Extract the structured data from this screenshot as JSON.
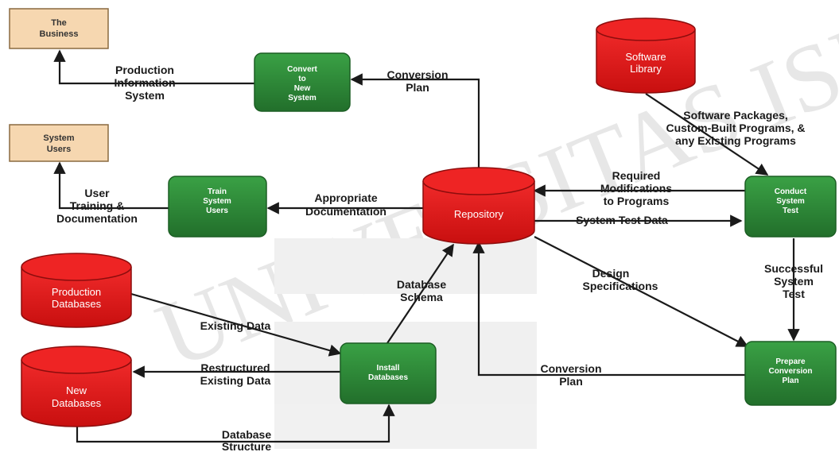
{
  "colors": {
    "process": "#2f8f3a",
    "process_edge": "#1c5e24",
    "store": "#e21c1c",
    "store_edge": "#8c0d0d",
    "external": "#f6d7b0",
    "external_edge": "#8a6a40",
    "watermark": "#cfcfcf"
  },
  "nodes": {
    "the_business": [
      "The",
      "Business"
    ],
    "system_users": [
      "System",
      "Users"
    ],
    "convert": [
      "Convert",
      "to",
      "New",
      "System"
    ],
    "train": [
      "Train",
      "System",
      "Users"
    ],
    "install": [
      "Install",
      "Databases"
    ],
    "test": [
      "Conduct",
      "System",
      "Test"
    ],
    "prepare": [
      "Prepare",
      "Conversion",
      "Plan"
    ],
    "repository": [
      "Repository"
    ],
    "software_library": [
      "Software",
      "Library"
    ],
    "production_db": [
      "Production",
      "Databases"
    ],
    "new_db": [
      "New",
      "Databases"
    ]
  },
  "labels": {
    "production_info": [
      "Production",
      "Information",
      "System"
    ],
    "conversion_plan_top": [
      "Conversion",
      "Plan"
    ],
    "software_packages": [
      "Software Packages,",
      "Custom-Built Programs, &",
      "any Existing Programs"
    ],
    "user_training": [
      "User",
      "Training &",
      "Documentation"
    ],
    "appropriate_doc": [
      "Appropriate",
      "Documentation"
    ],
    "required_mods": [
      "Required",
      "Modifications",
      "to Programs"
    ],
    "system_test_data": [
      "System Test Data"
    ],
    "successful_test": [
      "Successful",
      "System",
      "Test"
    ],
    "design_specs": [
      "Design",
      "Specifications"
    ],
    "database_schema": [
      "Database",
      "Schema"
    ],
    "existing_data": [
      "Existing Data"
    ],
    "restructured": [
      "Restructured",
      "Existing Data"
    ],
    "conversion_plan_bottom": [
      "Conversion",
      "Plan"
    ],
    "database_structure": [
      "Database",
      "Structure"
    ]
  },
  "watermark": {
    "text": "UNIVERSITAS ISLAM"
  }
}
